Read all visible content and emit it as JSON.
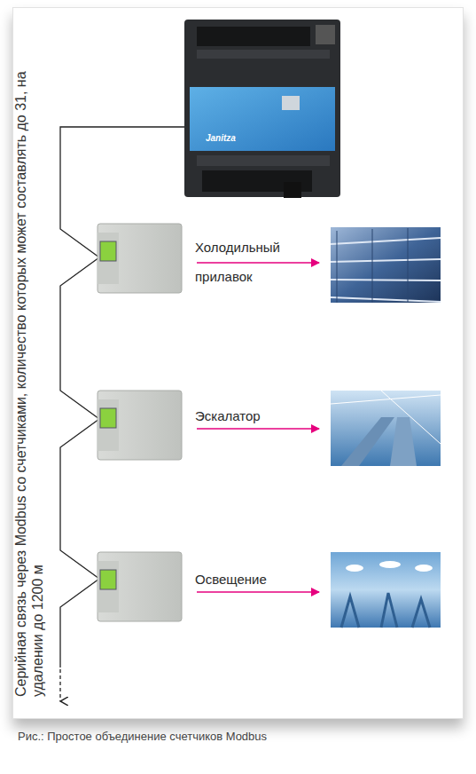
{
  "diagram": {
    "caption": "Рис.: Простое объединение счетчиков Modbus",
    "labels": [
      "Серийная связь через Modbus со счетчиками, количество которых может составлять до 31, на удалении до 1200 м",
      "Janitza",
      "Холодильный прилавок",
      "Эскалатор",
      "Освещение"
    ]
  }
}
